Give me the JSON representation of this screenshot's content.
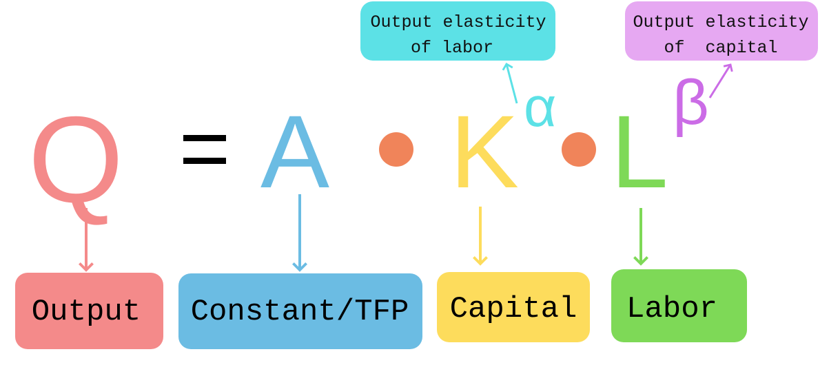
{
  "equation": {
    "output_symbol": "Q",
    "equals": "=",
    "constant_symbol": "A",
    "capital_symbol": "K",
    "alpha": "α",
    "labor_symbol": "L",
    "beta": "β"
  },
  "labels": {
    "output": "Output",
    "constant": "Constant/TFP",
    "capital": "Capital",
    "labor": "Labor"
  },
  "callouts": {
    "alpha_line1": "Output elasticity",
    "alpha_line2": "of labor",
    "beta_line1": "Output elasticity",
    "beta_line2": "of  capital"
  },
  "colors": {
    "output": "#f48a8a",
    "constant": "#6bbce3",
    "dot": "#f0845a",
    "capital": "#fddc5c",
    "labor": "#7ed957",
    "alpha": "#5ce1e6",
    "beta": "#cb6ce6",
    "beta_bubble": "#e6a8f2"
  }
}
